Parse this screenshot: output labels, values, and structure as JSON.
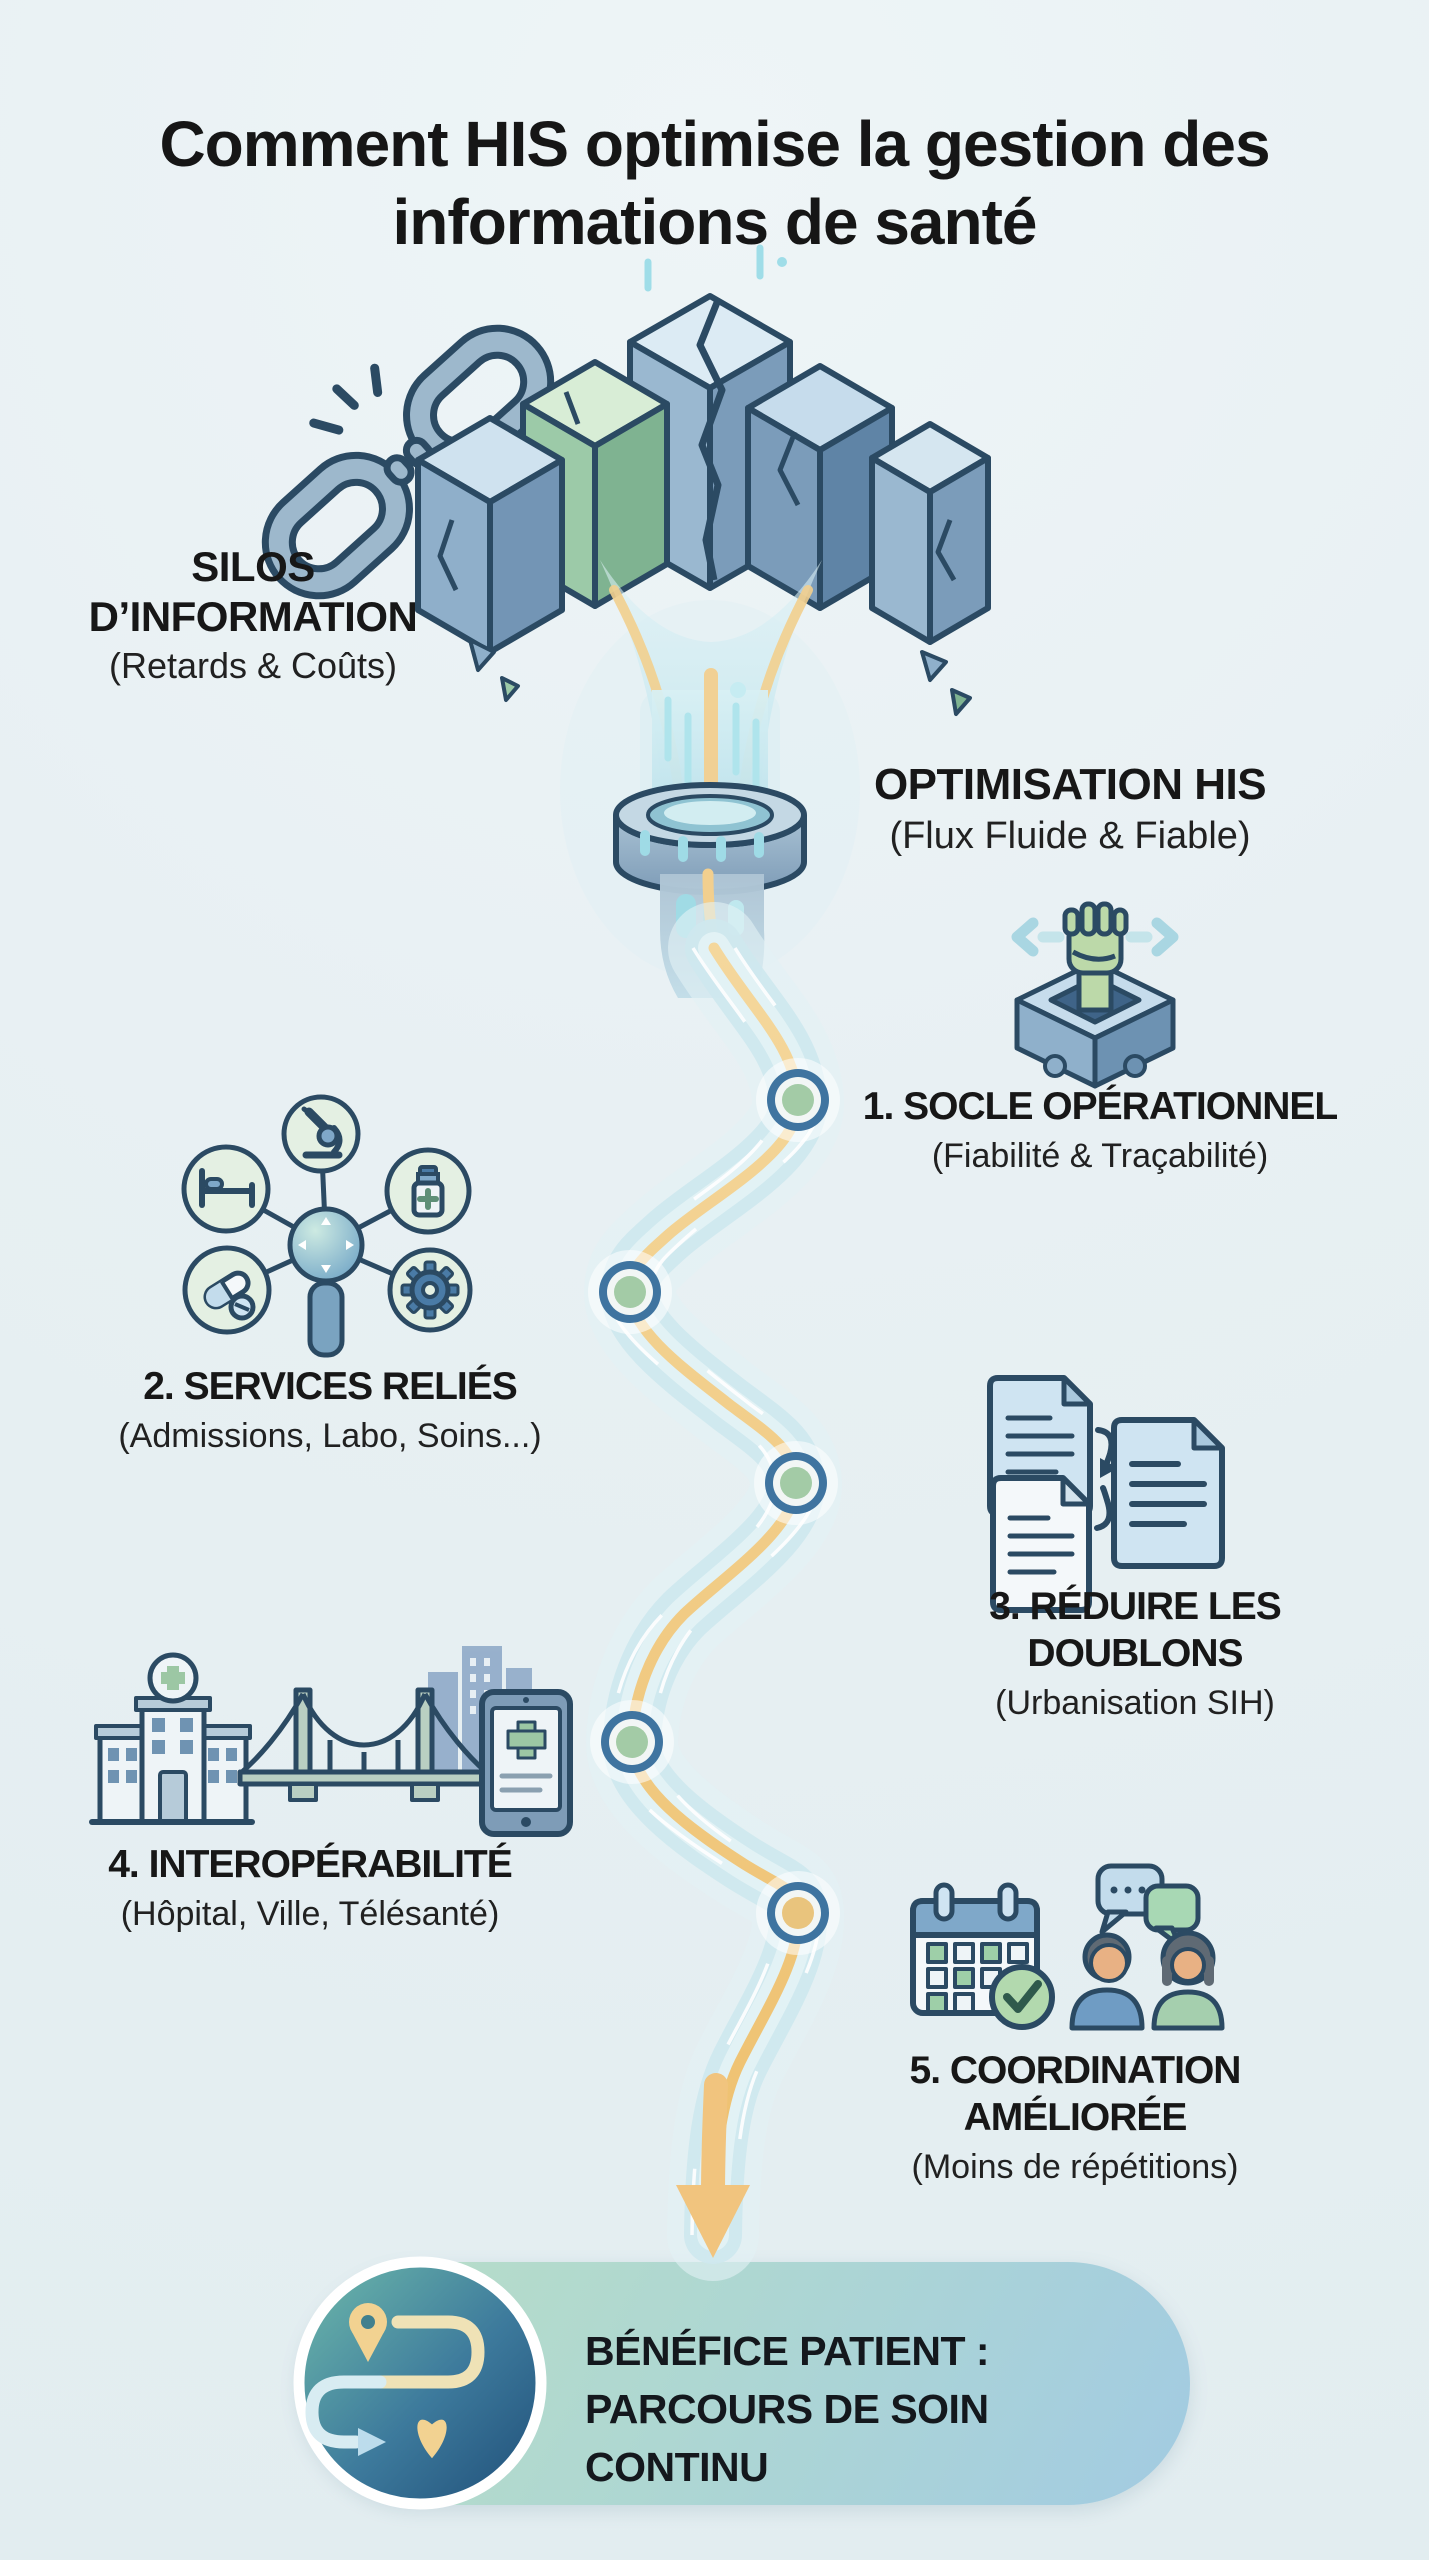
{
  "header": {
    "title": "Comment HIS optimise la gestion des informations de santé"
  },
  "problem": {
    "icon": "broken-chain-icon",
    "title": "SILOS D’INFORMATION",
    "subtitle": "(Retards & Coûts)"
  },
  "solution": {
    "icon": "data-funnel-icon",
    "title": "OPTIMISATION HIS",
    "subtitle": "(Flux Fluide & Fiable)"
  },
  "steps": [
    {
      "icon": "puzzle-fist-icon",
      "title": "1. SOCLE OPÉRATIONNEL",
      "subtitle": "(Fiabilité & Traçabilité)"
    },
    {
      "icon": "connected-services-icon",
      "title": "2. SERVICES RELIÉS",
      "subtitle": "(Admissions, Labo, Soins...)"
    },
    {
      "icon": "merge-documents-icon",
      "title": "3. RÉDUIRE LES DOUBLONS",
      "subtitle": "(Urbanisation SIH)"
    },
    {
      "icon": "hospital-bridge-tablet-icon",
      "title": "4. INTEROPÉRABILITÉ",
      "subtitle": "(Hôpital, Ville, Télésanté)"
    },
    {
      "icon": "calendar-people-icon",
      "title": "5. COORDINATION AMÉLIORÉE",
      "subtitle": "(Moins de répétitions)"
    }
  ],
  "benefit": {
    "icon": "care-journey-icon",
    "title_line1": "BÉNÉFICE PATIENT :",
    "title_line2": "PARCOURS DE SOIN CONTINU"
  },
  "colors": {
    "background": "#e8f0f3",
    "text": "#1b1b1b",
    "outline": "#2b4a63",
    "stream_blue": "#cfe8ee",
    "gold": "#f2cf8e",
    "arrow_orange": "#f1c47e",
    "node_ring": "#3f74a0",
    "node_green": "#a3cba6",
    "node_gold": "#e9c47d",
    "banner_green": "#b9dec6",
    "banner_blue": "#a2cbe2"
  }
}
